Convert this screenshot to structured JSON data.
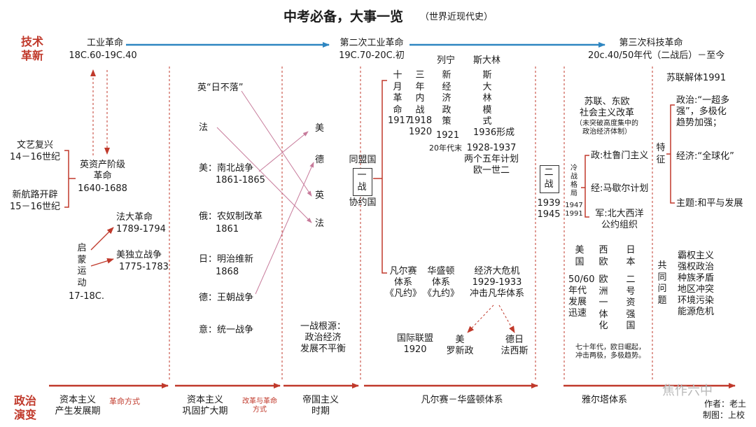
{
  "title": "中考必备，大事一览",
  "subtitle": "（世界近现代史）",
  "row_labels": {
    "tech": "技术\n革新",
    "politics": "政治\n演变"
  },
  "tech": {
    "first_rev": "工业革命",
    "first_date": "18C.60-19C.40",
    "second_rev": "第二次工业革命",
    "second_date": "19C.70-20C.初",
    "third_rev": "第三次科技革命",
    "third_date": "20c.40/50年代（二战后）－至今"
  },
  "col1": {
    "renaissance": "文艺复兴",
    "renaissance_date": "14－16世纪",
    "new_route": "新航路开辟",
    "new_route_date": "15－16世纪",
    "english_rev": "英资产阶级\n革命",
    "english_rev_date": "1640-1688",
    "enlightenment": "启\n蒙\n运\n动",
    "enlightenment_date": "17-18C.",
    "french_rev": "法大革命",
    "french_rev_date": "1789-1794",
    "us_ind": "美独立战争",
    "us_ind_date": "1775-1783"
  },
  "col2": {
    "uk": "英“日不落”",
    "fr": "法",
    "us": "美：南北战争",
    "us_date": "1861-1865",
    "ru": "俄：农奴制改革",
    "ru_date": "1861",
    "jp": "日：明治维新",
    "jp_date": "1868",
    "de": "德：王朝战争",
    "it": "意：统一战争"
  },
  "col3": {
    "ranks": [
      "美",
      "德",
      "英",
      "法"
    ],
    "cause": "一战根源：\n政治经济\n发展不平衡"
  },
  "col4": {
    "alliance": "同盟国",
    "ww1": "一\n战",
    "entente": "协约国",
    "oct_rev": "十\n月\n革\n命",
    "oct_date": "1917",
    "civil_war": "三\n年\n内\n战",
    "civil_date": "1918\n1920",
    "lenin": "列宁",
    "nep": "新\n经\n济\n政\n策",
    "nep_date": "1921",
    "nep_note": "20年代末",
    "stalin": "斯大林",
    "stalin_model": "斯\n大\n林\n模\n式",
    "stalin_date": "1936形成",
    "five_year": "1928-1937\n两个五年计划\n欧一世二",
    "versailles": "凡尔赛\n体系\n《凡约》",
    "washington": "华盛顿\n体系\n《九约》",
    "crisis": "经济大危机\n1929-1933\n冲击凡华体系",
    "league": "国际联盟\n1920",
    "us_new_deal": "美\n罗新政",
    "de_jp": "德日\n法西斯"
  },
  "col5": {
    "ww2": "二\n战",
    "ww2_date": "1939\n1945",
    "soviet_reform": "苏联、东欧\n社会主义改革",
    "soviet_reform_note": "（未突破高度集中的\n政治经济体制）",
    "cold_war": "冷\n战\n格\n局",
    "cold_war_date": "1947\n1991",
    "politics": "政:杜鲁门主义",
    "economy": "经:马歇尔计划",
    "military": "军:北大西洋\n公约组织",
    "us": "美\n国",
    "us_note": "50/60\n年代\n发展\n迅速",
    "weu": "西\n欧",
    "weu_note": "欧\n洲\n一\n体\n化",
    "japan": "日\n本",
    "japan_note": "二\n号\n资\n强\n国",
    "seventies": "七十年代，欧日崛起，\n冲击两极，多极趋势。"
  },
  "col6": {
    "ussr_collapse": "苏联解体1991",
    "feature": "特\n征",
    "pol": "政治:“一超多\n强”，多极化\n趋势加强；",
    "eco": "经济:“全球化”",
    "theme": "主题:和平与发展",
    "common": "共\n同\n问\n题",
    "issues": "霸权主义\n强权政治\n种族矛盾\n地区冲突\n环境污染\n能源危机"
  },
  "periods": {
    "p1": "资本主义\n产生发展期",
    "p1_note": "革命方式",
    "p2": "资本主义\n巩固扩大期",
    "p2_note": "改革与革命\n方式",
    "p3": "帝国主义\n时期",
    "p4": "凡尔赛－华盛顿体系",
    "p5": "雅尔塔体系"
  },
  "credits": {
    "watermark": "焦作六中",
    "author": "作者：老土",
    "maker": "制图：上校"
  },
  "colors": {
    "red": "#c0392b",
    "blue": "#2e86c1",
    "pink": "#c77b9b",
    "dash": "#c0392b"
  }
}
